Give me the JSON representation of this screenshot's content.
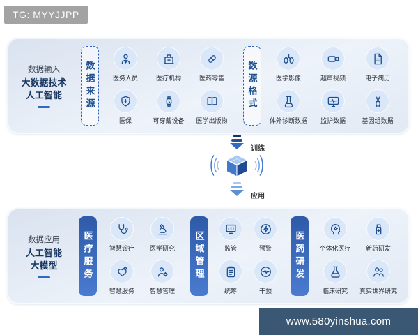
{
  "watermark_tag": "TG: MYYJJPP",
  "site_bar_text": "www.580yinshua.com",
  "colors": {
    "accent": "#2e5aa8",
    "icon_stroke": "#1d4f91",
    "category_text": "#1d4f91",
    "site_bar_bg": "#2b4a68"
  },
  "flow": {
    "train_label": "训练",
    "apply_label": "应用",
    "cube_icon": "ai-model-cube"
  },
  "top_panel": {
    "side_label": {
      "line1": "数据输入",
      "line2": "大数据技术",
      "line3": "人工智能"
    },
    "groups": [
      {
        "category": "数据来源",
        "items": [
          {
            "icon": "doctor",
            "label": "医务人员"
          },
          {
            "icon": "hospital",
            "label": "医疗机构"
          },
          {
            "icon": "pill",
            "label": "医药零售"
          },
          {
            "icon": "shield",
            "label": "医保"
          },
          {
            "icon": "watch",
            "label": "可穿戴设备"
          },
          {
            "icon": "book",
            "label": "医学出版物"
          }
        ]
      },
      {
        "category": "数源格式",
        "items": [
          {
            "icon": "lungs",
            "label": "医学影像"
          },
          {
            "icon": "video",
            "label": "超声视频"
          },
          {
            "icon": "document",
            "label": "电子病历"
          },
          {
            "icon": "test-tube",
            "label": "体外诊断数据"
          },
          {
            "icon": "monitor",
            "label": "监护数据"
          },
          {
            "icon": "dna",
            "label": "基因组数据"
          }
        ]
      }
    ]
  },
  "bottom_panel": {
    "side_label": {
      "line1": "数据应用",
      "line2": "人工智能",
      "line3": "大模型"
    },
    "groups": [
      {
        "category": "医疗服务",
        "items": [
          {
            "icon": "stethoscope",
            "label": "智慧诊疗"
          },
          {
            "icon": "microscope",
            "label": "医学研究"
          },
          {
            "icon": "heart-gear",
            "label": "智慧服务"
          },
          {
            "icon": "person-gear",
            "label": "智慧管理"
          }
        ]
      },
      {
        "category": "区域管理",
        "items": [
          {
            "icon": "chart-monitor",
            "label": "监管"
          },
          {
            "icon": "alert-bolt",
            "label": "预警"
          },
          {
            "icon": "clipboard",
            "label": "统筹"
          },
          {
            "icon": "heart-pulse",
            "label": "干预"
          }
        ]
      },
      {
        "category": "医药研发",
        "items": [
          {
            "icon": "head-gear",
            "label": "个体化医疗"
          },
          {
            "icon": "medicine-bottle",
            "label": "新药研发"
          },
          {
            "icon": "flask",
            "label": "临床研究"
          },
          {
            "icon": "people",
            "label": "真实世界研究"
          }
        ]
      }
    ]
  }
}
